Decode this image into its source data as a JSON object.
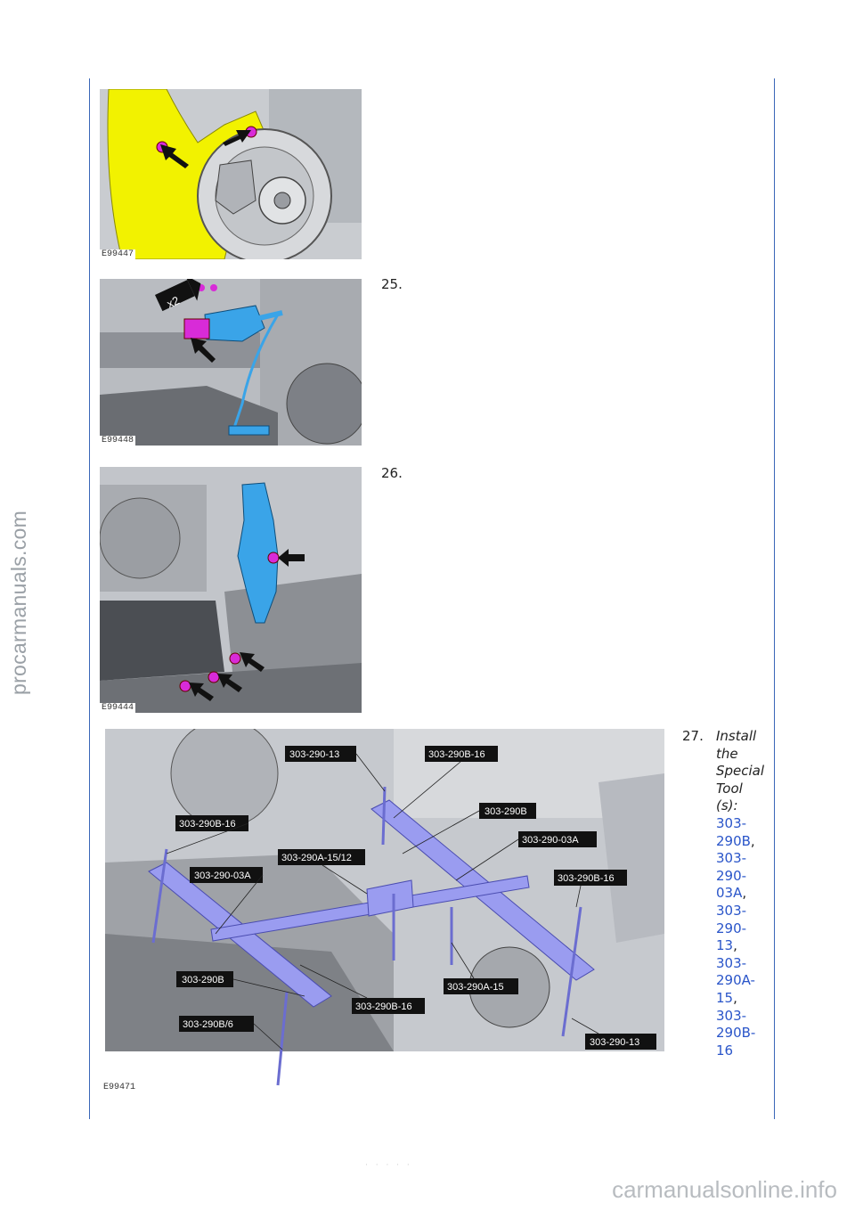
{
  "watermarks": {
    "side": "procarmanuals.com",
    "bottom": "carmanualsonline.info"
  },
  "figures": [
    {
      "code": "E99447",
      "step": ""
    },
    {
      "code": "E99448",
      "step": "25."
    },
    {
      "code": "E99444",
      "step": "26."
    },
    {
      "code": "E99471",
      "step": "27."
    }
  ],
  "fig2_callout": "x2",
  "step27": {
    "instruction_words": [
      "Install",
      "the",
      "Special",
      "Tool",
      "(s):"
    ],
    "tools": [
      "303-290B",
      "303-290-03A",
      "303-290-13",
      "303-290A-15",
      "303-290B-16"
    ]
  },
  "fig4_labels": [
    "303-290-13",
    "303-290B-16",
    "303-290B",
    "303-290B-16",
    "303-290-03A",
    "303-290A-15/12",
    "303-290-03A",
    "303-290B-16",
    "303-290B",
    "303-290A-15",
    "303-290B-16",
    "303-290B/6",
    "303-290-13"
  ],
  "page_number": "· · · · ·",
  "colors": {
    "frame": "#3a66b8",
    "link": "#2a55c9",
    "highlight_yellow": "#f2f200",
    "highlight_blue": "#3aa4e8",
    "tool_lavender": "#9a9cf0",
    "fastener_magenta": "#d82bd8"
  }
}
